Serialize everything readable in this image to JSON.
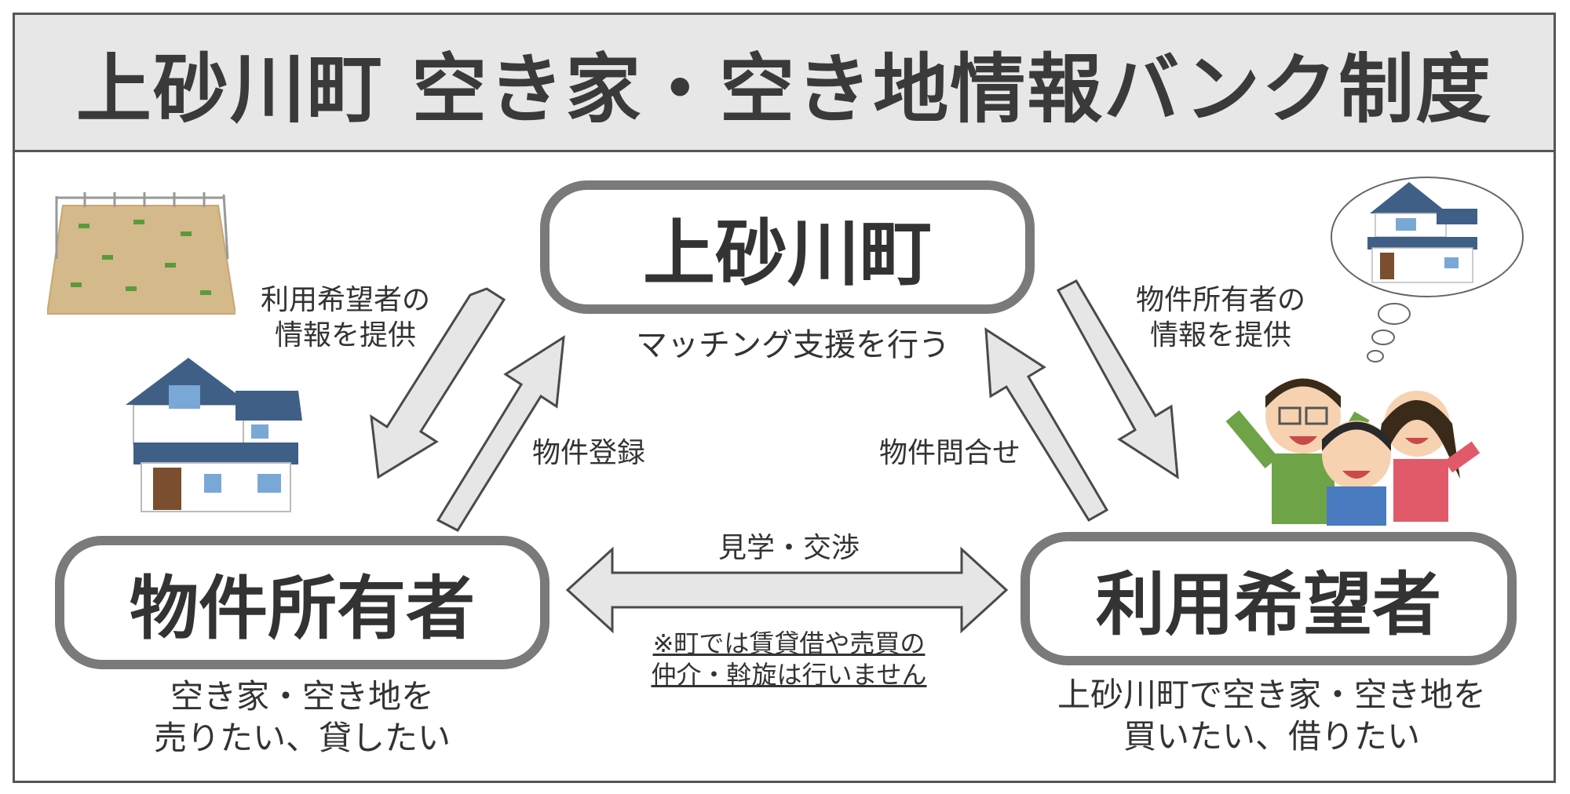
{
  "title": "上砂川町 空き家・空き地情報バンク制度",
  "town": {
    "label": "上砂川町",
    "desc": "マッチング支援を行う"
  },
  "owner": {
    "label": "物件所有者",
    "desc_line1": "空き家・空き地を",
    "desc_line2": "売りたい、貸したい"
  },
  "user": {
    "label": "利用希望者",
    "desc_line1": "上砂川町で空き家・空き地を",
    "desc_line2": "買いたい、借りたい"
  },
  "flows": {
    "to_owner_line1": "利用希望者の",
    "to_owner_line2": "情報を提供",
    "owner_register": "物件登録",
    "user_inquiry": "物件問合せ",
    "to_user_line1": "物件所有者の",
    "to_user_line2": "情報を提供",
    "negotiation": "見学・交渉",
    "note_line1": "※町では賃貸借や売買の",
    "note_line2": "仲介・斡旋は行いません"
  },
  "colors": {
    "arrow_fill": "#e6e6e6",
    "arrow_stroke": "#4a4a4a",
    "node_border": "#7a7a7a",
    "header_bg": "#e7e7e8"
  }
}
